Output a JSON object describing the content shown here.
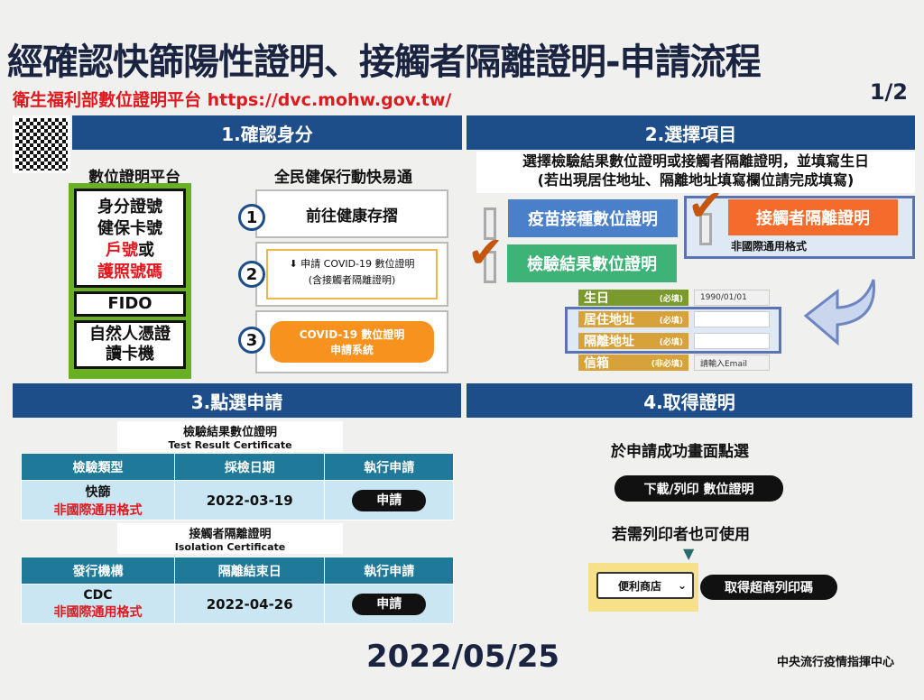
{
  "title": "經確認快篩陽性證明、接觸者隔離證明-申請流程",
  "subtitle": "衛生福利部數位證明平台 https://dvc.mohw.gov.tw/",
  "page_indicator": "1/2",
  "step1": {
    "header": "1.確認身分",
    "platform_title": "數位證明平台",
    "id_lines": [
      "身分證號",
      "健保卡號"
    ],
    "id_red1": "戶號",
    "id_or": "或",
    "id_red2": "護照號碼",
    "fido": "FIDO",
    "card_reader": [
      "自然人憑證",
      "讀卡機"
    ],
    "app_title": "全民健保行動快易通",
    "steps": [
      {
        "num": "1",
        "label": "前往健康存摺"
      },
      {
        "num": "2",
        "label": "申請 COVID-19 數位證明",
        "sub": "(含接觸者隔離證明)"
      },
      {
        "num": "3",
        "label": "COVID-19 數位證明",
        "sub": "申請系統"
      }
    ]
  },
  "step2": {
    "header": "2.選擇項目",
    "instruction": [
      "選擇檢驗結果數位證明或接觸者隔離證明，並填寫生日",
      "(若出現居住地址、隔離地址填寫欄位請完成填寫)"
    ],
    "options": [
      {
        "label": "疫苗接種數位證明",
        "color": "#4a7fc9"
      },
      {
        "label": "檢驗結果數位證明",
        "color": "#3db377"
      },
      {
        "label": "接觸者隔離證明",
        "color": "#f46b2b"
      }
    ],
    "non_intl": "非國際通用格式",
    "fields": [
      {
        "label": "生日",
        "req": "(必填)",
        "value": "1990/01/01",
        "color": "#7a9a2e"
      },
      {
        "label": "居住地址",
        "req": "(必填)",
        "value": "",
        "color": "#d8a23a"
      },
      {
        "label": "隔離地址",
        "req": "(必填)",
        "value": "",
        "color": "#d8a23a"
      },
      {
        "label": "信箱",
        "req": "(非必填)",
        "placeholder": "請輸入Email",
        "color": "#d8a23a"
      }
    ]
  },
  "step3": {
    "header": "3.點選申請",
    "cert1": {
      "title": "檢驗結果數位證明",
      "en": "Test Result Certificate",
      "cols": [
        "檢驗類型",
        "採檢日期",
        "執行申請"
      ],
      "type": "快篩",
      "note": "非國際通用格式",
      "date": "2022-03-19",
      "btn": "申請"
    },
    "cert2": {
      "title": "接觸者隔離證明",
      "en": "Isolation Certificate",
      "cols": [
        "發行機構",
        "隔離結束日",
        "執行申請"
      ],
      "type": "CDC",
      "note": "非國際通用格式",
      "date": "2022-04-26",
      "btn": "申請"
    }
  },
  "step4": {
    "header": "4.取得證明",
    "line1": "於申請成功畫面點選",
    "download_btn": "下載/列印 數位證明",
    "line2": "若需列印者也可使用",
    "store_select": "便利商店",
    "store_btn": "取得超商列印碼"
  },
  "date": "2022/05/25",
  "org": "中央流行疫情指揮中心"
}
